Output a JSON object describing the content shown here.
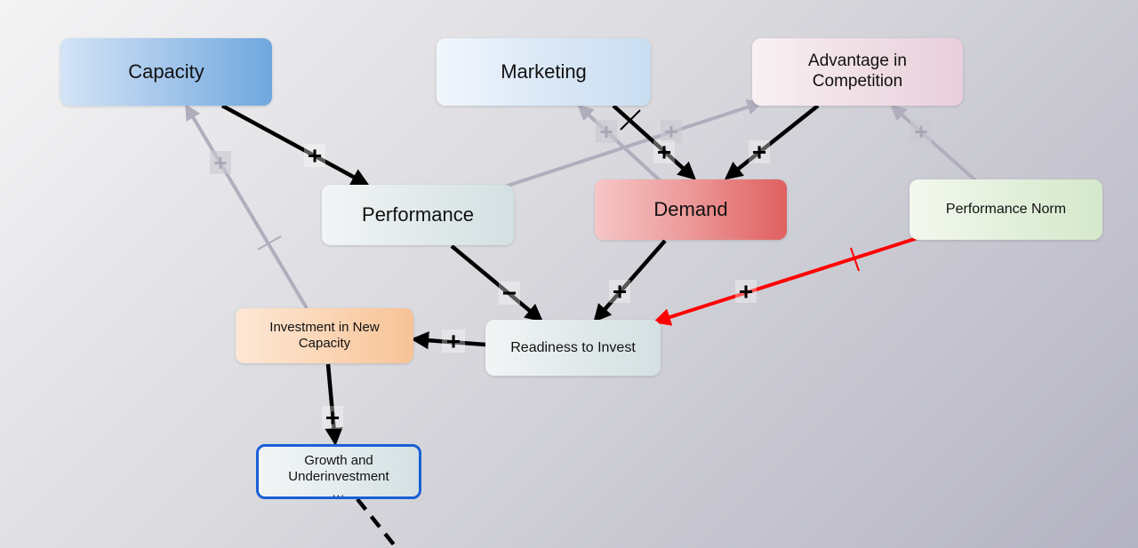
{
  "nodes": {
    "capacity": "Capacity",
    "marketing": "Marketing",
    "advantage": "Advantage in Competition",
    "performance": "Performance",
    "demand": "Demand",
    "performance_norm": "Performance Norm",
    "investment": "Investment in New Capacity",
    "readiness": "Readiness to Invest",
    "growth": "Growth and Underinvestment",
    "growth_more": "..."
  },
  "signs": {
    "plus": "+",
    "minus": "−"
  },
  "colors": {
    "link_active": "#000000",
    "link_faded": "#b0aebd",
    "link_highlight": "#ff0000",
    "selected_border": "#1a5fd6"
  }
}
